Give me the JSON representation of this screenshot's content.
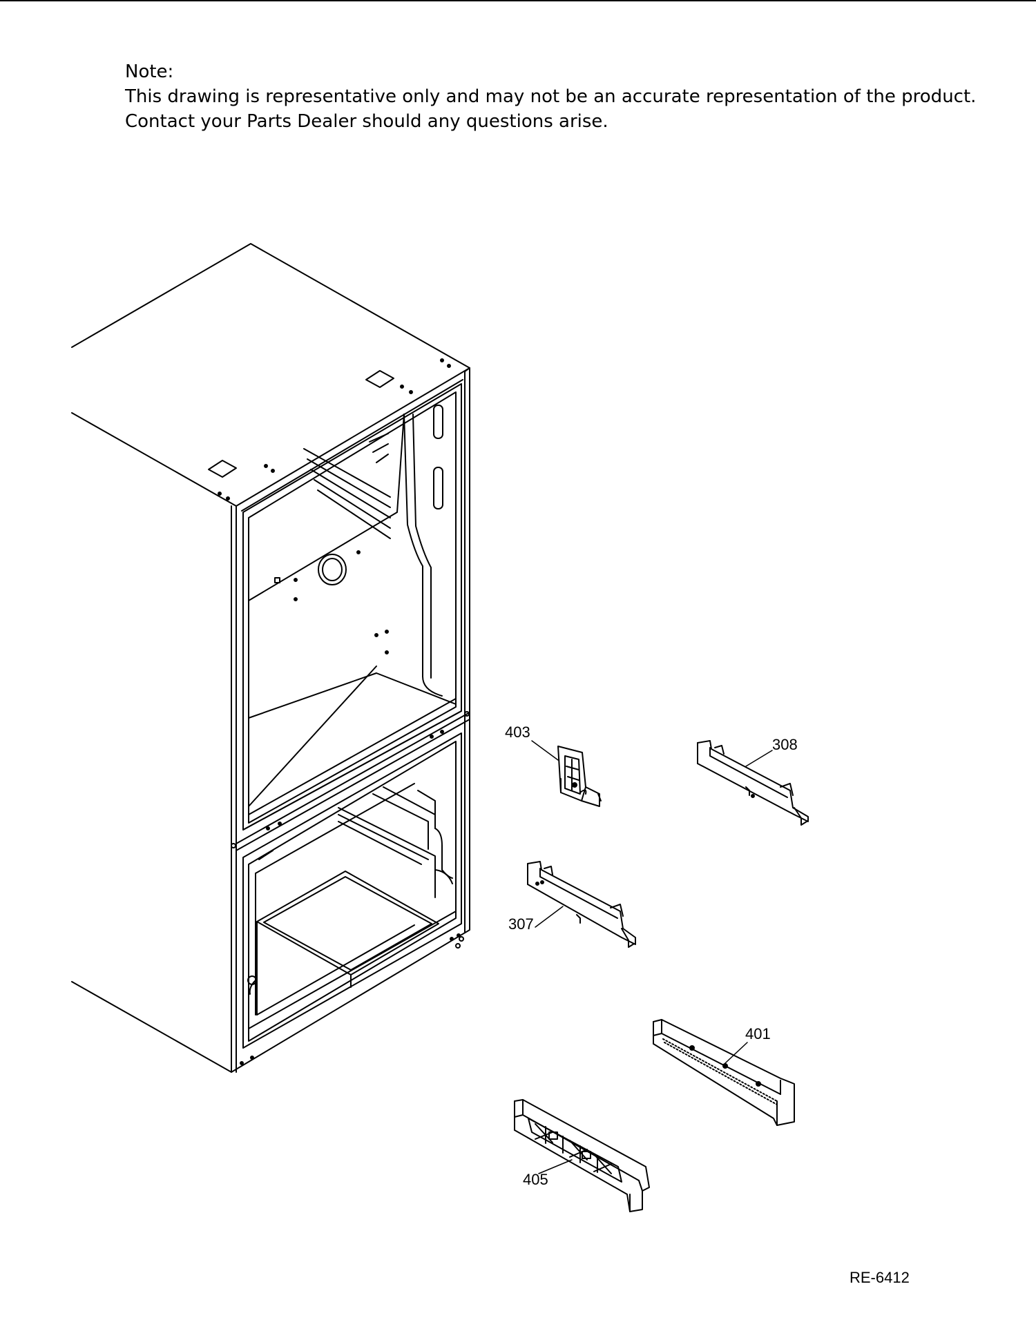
{
  "note": {
    "heading": "Note:",
    "line1": "This drawing is representative only and may not be an accurate representation of the product.",
    "line2": "Contact your Parts Dealer should any questions arise."
  },
  "callouts": {
    "p403": "403",
    "p308": "308",
    "p307": "307",
    "p401": "401",
    "p405": "405"
  },
  "drawing_code": "RE-6412"
}
